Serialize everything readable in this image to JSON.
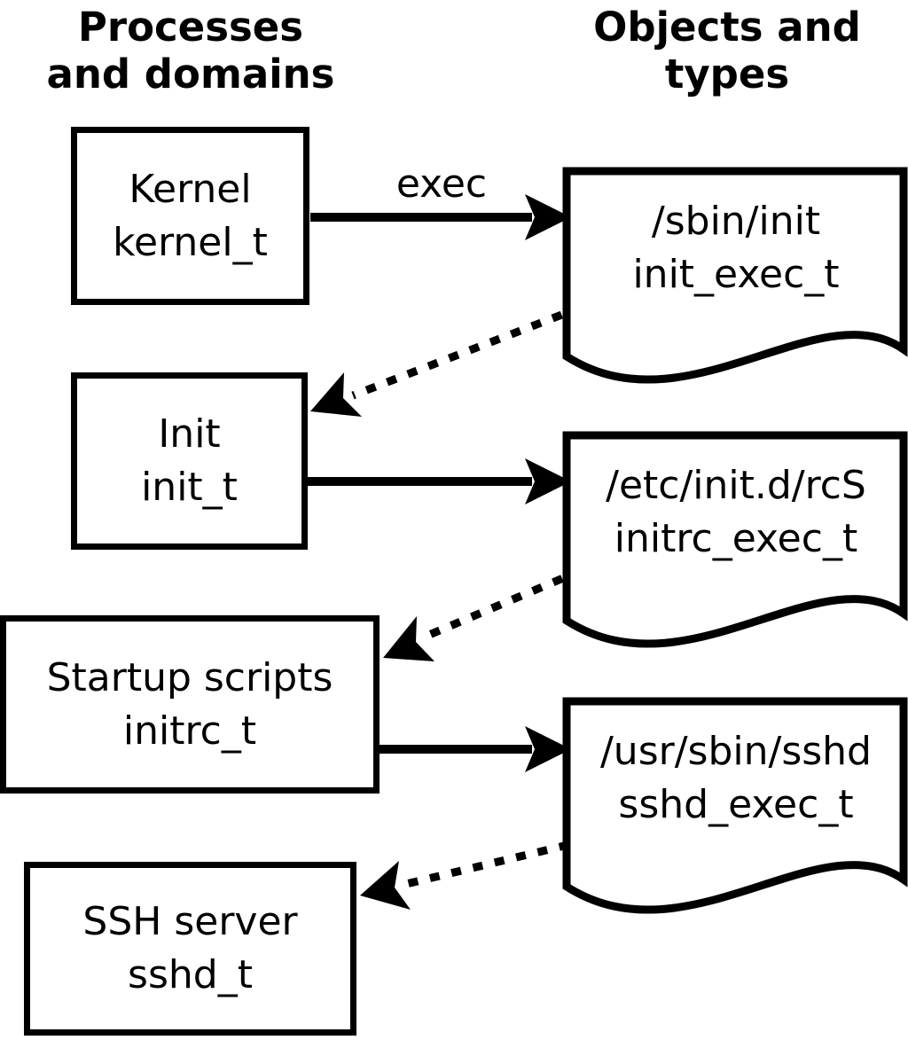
{
  "diagram": {
    "headings": {
      "left": {
        "line1": "Processes",
        "line2": "and domains"
      },
      "right": {
        "line1": "Objects and",
        "line2": "types"
      }
    },
    "process_boxes": [
      {
        "name": "Kernel",
        "domain": "kernel_t"
      },
      {
        "name": "Init",
        "domain": "init_t"
      },
      {
        "name": "Startup scripts",
        "domain": "initrc_t"
      },
      {
        "name": "SSH server",
        "domain": "sshd_t"
      }
    ],
    "object_docs": [
      {
        "path": "/sbin/init",
        "type": "init_exec_t"
      },
      {
        "path": "/etc/init.d/rcS",
        "type": "initrc_exec_t"
      },
      {
        "path": "/usr/sbin/sshd",
        "type": "sshd_exec_t"
      }
    ],
    "edges": [
      {
        "from": "Kernel (kernel_t)",
        "to": "/sbin/init (init_exec_t)",
        "style": "solid",
        "label": "exec"
      },
      {
        "from": "/sbin/init (init_exec_t)",
        "to": "Init (init_t)",
        "style": "dotted",
        "label": ""
      },
      {
        "from": "Init (init_t)",
        "to": "/etc/init.d/rcS (initrc_exec_t)",
        "style": "solid",
        "label": ""
      },
      {
        "from": "/etc/init.d/rcS (initrc_exec_t)",
        "to": "Startup scripts (initrc_t)",
        "style": "dotted",
        "label": ""
      },
      {
        "from": "Startup scripts (initrc_t)",
        "to": "/usr/sbin/sshd (sshd_exec_t)",
        "style": "solid",
        "label": ""
      },
      {
        "from": "/usr/sbin/sshd (sshd_exec_t)",
        "to": "SSH server (sshd_t)",
        "style": "dotted",
        "label": ""
      }
    ],
    "colors": {
      "ink": "#000000",
      "background": "#ffffff"
    }
  }
}
